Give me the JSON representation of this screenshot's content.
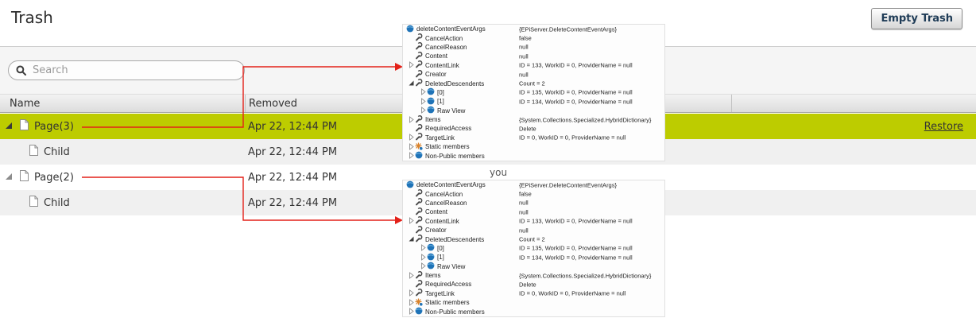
{
  "header": {
    "title": "Trash",
    "empty_trash_label": "Empty Trash"
  },
  "toolbar": {
    "search_placeholder": "Search"
  },
  "table": {
    "columns": [
      "Name",
      "Removed",
      ""
    ],
    "rows": [
      {
        "name": "Page(3)",
        "removed": "Apr 22, 12:44 PM",
        "level": 0,
        "expanded": true,
        "selected": true,
        "action": "Restore"
      },
      {
        "name": "Child",
        "removed": "Apr 22, 12:44 PM",
        "level": 1,
        "expanded": false,
        "selected": false,
        "action": ""
      },
      {
        "name": "Page(2)",
        "removed": "Apr 22, 12:44 PM",
        "level": 0,
        "expanded": true,
        "selected": false,
        "action": ""
      },
      {
        "name": "Child",
        "removed": "Apr 22, 12:44 PM",
        "level": 1,
        "expanded": false,
        "selected": false,
        "action": ""
      }
    ]
  },
  "annotation": {
    "caption": "you"
  },
  "inspector": {
    "rows": [
      {
        "level": 0,
        "tri": "",
        "icon": "object",
        "name": "deleteContentEventArgs",
        "value": "{EPiServer.DeleteContentEventArgs}"
      },
      {
        "level": 1,
        "tri": "",
        "icon": "property",
        "name": "CancelAction",
        "value": "false"
      },
      {
        "level": 1,
        "tri": "",
        "icon": "property",
        "name": "CancelReason",
        "value": "null"
      },
      {
        "level": 1,
        "tri": "",
        "icon": "property",
        "name": "Content",
        "value": "null"
      },
      {
        "level": 1,
        "tri": "collapsed",
        "icon": "property",
        "name": "ContentLink",
        "value": "ID = 133, WorkID = 0, ProviderName = null"
      },
      {
        "level": 1,
        "tri": "",
        "icon": "property",
        "name": "Creator",
        "value": "null"
      },
      {
        "level": 1,
        "tri": "expanded",
        "icon": "property",
        "name": "DeletedDescendents",
        "value": "Count = 2"
      },
      {
        "level": 2,
        "tri": "collapsed",
        "icon": "object",
        "name": "[0]",
        "value": "ID = 135, WorkID = 0, ProviderName = null"
      },
      {
        "level": 2,
        "tri": "collapsed",
        "icon": "object",
        "name": "[1]",
        "value": "ID = 134, WorkID = 0, ProviderName = null"
      },
      {
        "level": 2,
        "tri": "collapsed",
        "icon": "object",
        "name": "Raw View",
        "value": ""
      },
      {
        "level": 1,
        "tri": "collapsed",
        "icon": "property",
        "name": "Items",
        "value": "{System.Collections.Specialized.HybridDictionary}"
      },
      {
        "level": 1,
        "tri": "",
        "icon": "property",
        "name": "RequiredAccess",
        "value": "Delete"
      },
      {
        "level": 1,
        "tri": "collapsed",
        "icon": "property",
        "name": "TargetLink",
        "value": "ID = 0, WorkID = 0, ProviderName = null"
      },
      {
        "level": 1,
        "tri": "collapsed",
        "icon": "static",
        "name": "Static members",
        "value": ""
      },
      {
        "level": 1,
        "tri": "collapsed",
        "icon": "object",
        "name": "Non-Public members",
        "value": ""
      }
    ]
  },
  "colors": {
    "selected_row": "#bdcc00",
    "row_stripe": "#f0f0f0",
    "arrow_red": "#e32119",
    "button_text": "#1f3c57"
  }
}
